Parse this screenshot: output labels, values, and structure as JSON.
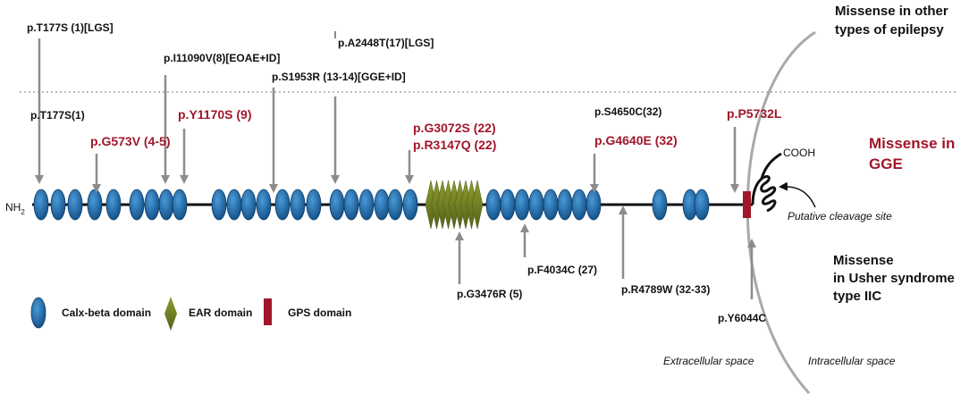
{
  "header": {
    "other_epilepsy": [
      "Missense in other",
      "types of epilepsy"
    ],
    "gge": [
      "Missense in",
      "GGE"
    ],
    "usher": [
      "Missense",
      "in Usher syndrome",
      "type IIC"
    ]
  },
  "terminals": {
    "n_term": "NH",
    "n_term_sub": "2",
    "c_term": "COOH"
  },
  "cleavage_label": "Putative cleavage site",
  "spaces": {
    "extracellular": "Extracellular space",
    "intracellular": "Intracellular space"
  },
  "legend": {
    "calx": "Calx-beta domain",
    "ear": "EAR domain",
    "gps": "GPS domain"
  },
  "variants": {
    "other_epilepsy": [
      "p.T177S (1)[LGS]",
      "p.I11090V(8)[EOAE+ID]",
      "p.A2448T(17)[LGS]",
      "p.S1953R (13-14)[GGE+ID]"
    ],
    "gge_black": [
      "p.T177S(1)",
      "p.S4650C(32)"
    ],
    "gge_red": [
      "p.G573V (4-5)",
      "p.Y1170S (9)",
      "p.G3072S (22)",
      "p.R3147Q (22)",
      "p.G4640E (32)",
      "p.P5732L"
    ],
    "usher": [
      "p.G3476R (5)",
      "p.F4034C (27)",
      "p.R4789W (32-33)",
      "p.Y6044C"
    ]
  },
  "colors": {
    "calx": "#1565a8",
    "ear": "#6b7a1e",
    "gps": "#a0162a",
    "arrow": "#8c8c8c",
    "accent_red": "#a0162a"
  }
}
